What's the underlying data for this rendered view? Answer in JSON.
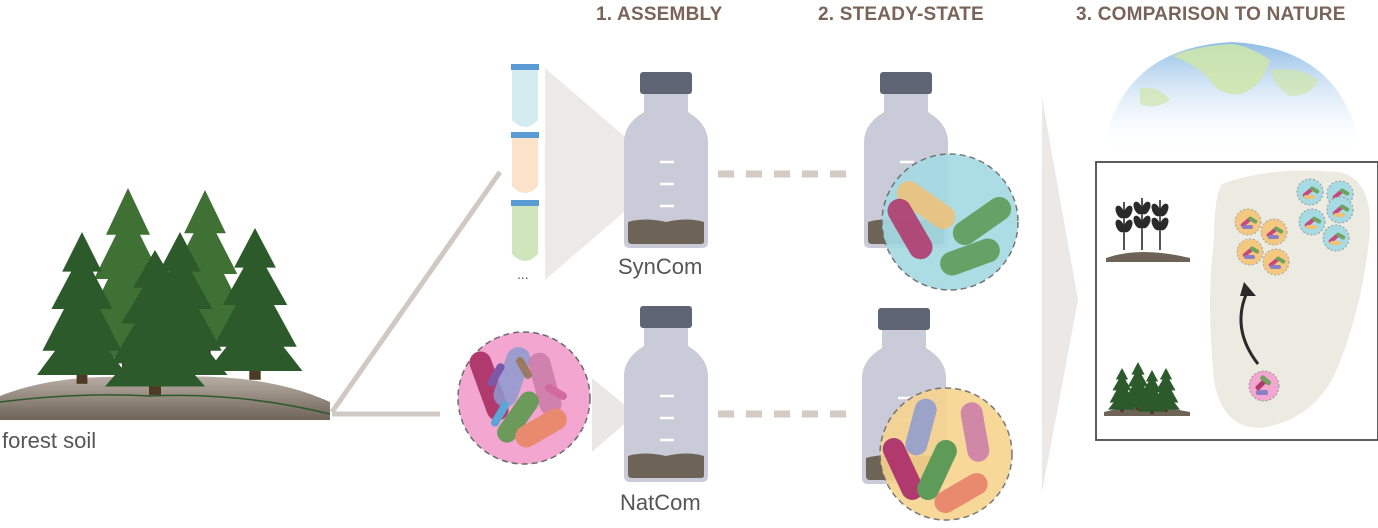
{
  "steps": {
    "assembly": "1. ASSEMBLY",
    "steady_state": "2. STEADY-STATE",
    "comparison": "3. COMPARISON TO NATURE"
  },
  "labels": {
    "source": "forest soil",
    "syncom": "SynCom",
    "natcom": "NatCom",
    "tube_ellipsis": "..."
  },
  "colors": {
    "title": "#7a6458",
    "tree_dark": "#2c5a2a",
    "tree_light": "#3f7034",
    "bottle": "#c9ccd8",
    "cap": "#5f6575",
    "soil": "#6e6357",
    "syncom_cell": "#a6dbe3",
    "natcom_cell": "#f3a6d0",
    "steady_nat_cell": "#f7d48e"
  }
}
